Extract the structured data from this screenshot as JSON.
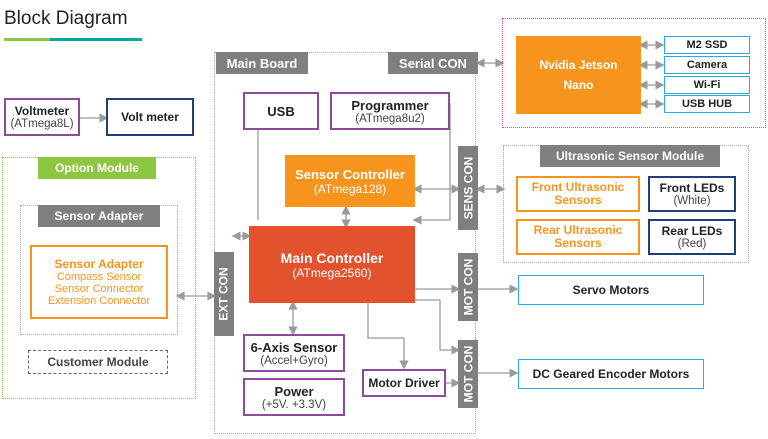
{
  "title": "Block Diagram",
  "colors": {
    "green": "#8dc63f",
    "teal": "#00a99d",
    "purple": "#8e4a9c",
    "navy": "#1f3f77",
    "orange": "#f7941d",
    "red": "#e2532d",
    "cyan": "#29abe2",
    "pink": "#e4488d",
    "gray": "#7f7f7f"
  },
  "main_board": {
    "label": "Main Board",
    "serial_con": "Serial CON",
    "sens_con": "SENS CON",
    "ext_con": "EXT CON",
    "mot_con_1": "MOT CON",
    "mot_con_2": "MOT CON"
  },
  "usb": "USB",
  "programmer": {
    "name": "Programmer",
    "chip": "(ATmega8u2)"
  },
  "sensor_controller": {
    "name": "Sensor Controller",
    "chip": "(ATmega128)"
  },
  "main_controller": {
    "name": "Main Controller",
    "chip": "(ATmega2560)"
  },
  "six_axis": {
    "name": "6-Axis Sensor",
    "detail": "(Accel+Gyro)"
  },
  "power": {
    "name": "Power",
    "detail": "(+5V. +3.3V)"
  },
  "motor_driver": "Motor Driver",
  "voltmeter": {
    "name": "Voltmeter",
    "chip": "(ATmega8L)",
    "target": "Volt meter"
  },
  "option_module": {
    "label": "Option Module",
    "sensor_adapter_header": "Sensor Adapter",
    "sensor_adapter": {
      "name": "Sensor Adapter",
      "lines": [
        "Compass Sensor",
        "Sensor Connector",
        "Extension Connector"
      ]
    },
    "customer_module": "Customer Module"
  },
  "jetson": {
    "line1": "Nvidia Jetson",
    "line2": "Nano",
    "peripherals": [
      "M2 SSD",
      "Camera",
      "Wi-Fi",
      "USB HUB"
    ]
  },
  "ultrasonic": {
    "label": "Ultrasonic Sensor Module",
    "front_sensors": "Front Ultrasonic Sensors",
    "rear_sensors": "Rear Ultrasonic Sensors",
    "front_leds": {
      "name": "Front LEDs",
      "color": "(White)"
    },
    "rear_leds": {
      "name": "Rear LEDs",
      "color": "(Red)"
    }
  },
  "servo_motors": "Servo Motors",
  "dc_motors": "DC Geared Encoder Motors"
}
